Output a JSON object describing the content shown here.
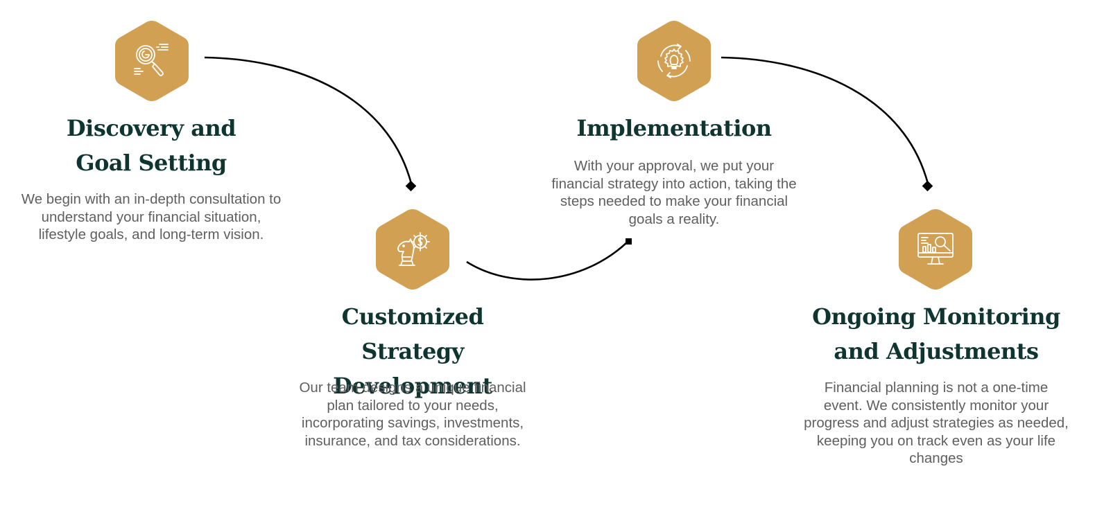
{
  "colors": {
    "accent": "#d1a052",
    "title": "#0f3530",
    "body": "#5f5f5f",
    "connector": "#000000",
    "icon_stroke": "#ffffff"
  },
  "steps": [
    {
      "icon": "magnifier-analysis-icon",
      "title": "Discovery and Goal Setting",
      "description": "We begin with an in-depth consultation to understand your financial situation, lifestyle goals, and long-term vision."
    },
    {
      "icon": "chess-knight-strategy-icon",
      "title": "Customized Strategy Development",
      "description": "Our team designs a unique financial plan tailored to your needs, incorporating savings, investments, insurance, and tax considerations."
    },
    {
      "icon": "lightbulb-gear-cycle-icon",
      "title": "Implementation",
      "description": "With your approval, we put your financial strategy into action, taking the steps needed to make your financial goals a reality."
    },
    {
      "icon": "monitor-chart-search-icon",
      "title": "Ongoing Monitoring and Adjustments",
      "description": "Financial planning is not a one-time event. We consistently monitor your progress and adjust strategies as needed, keeping you on track even as your life changes"
    }
  ]
}
